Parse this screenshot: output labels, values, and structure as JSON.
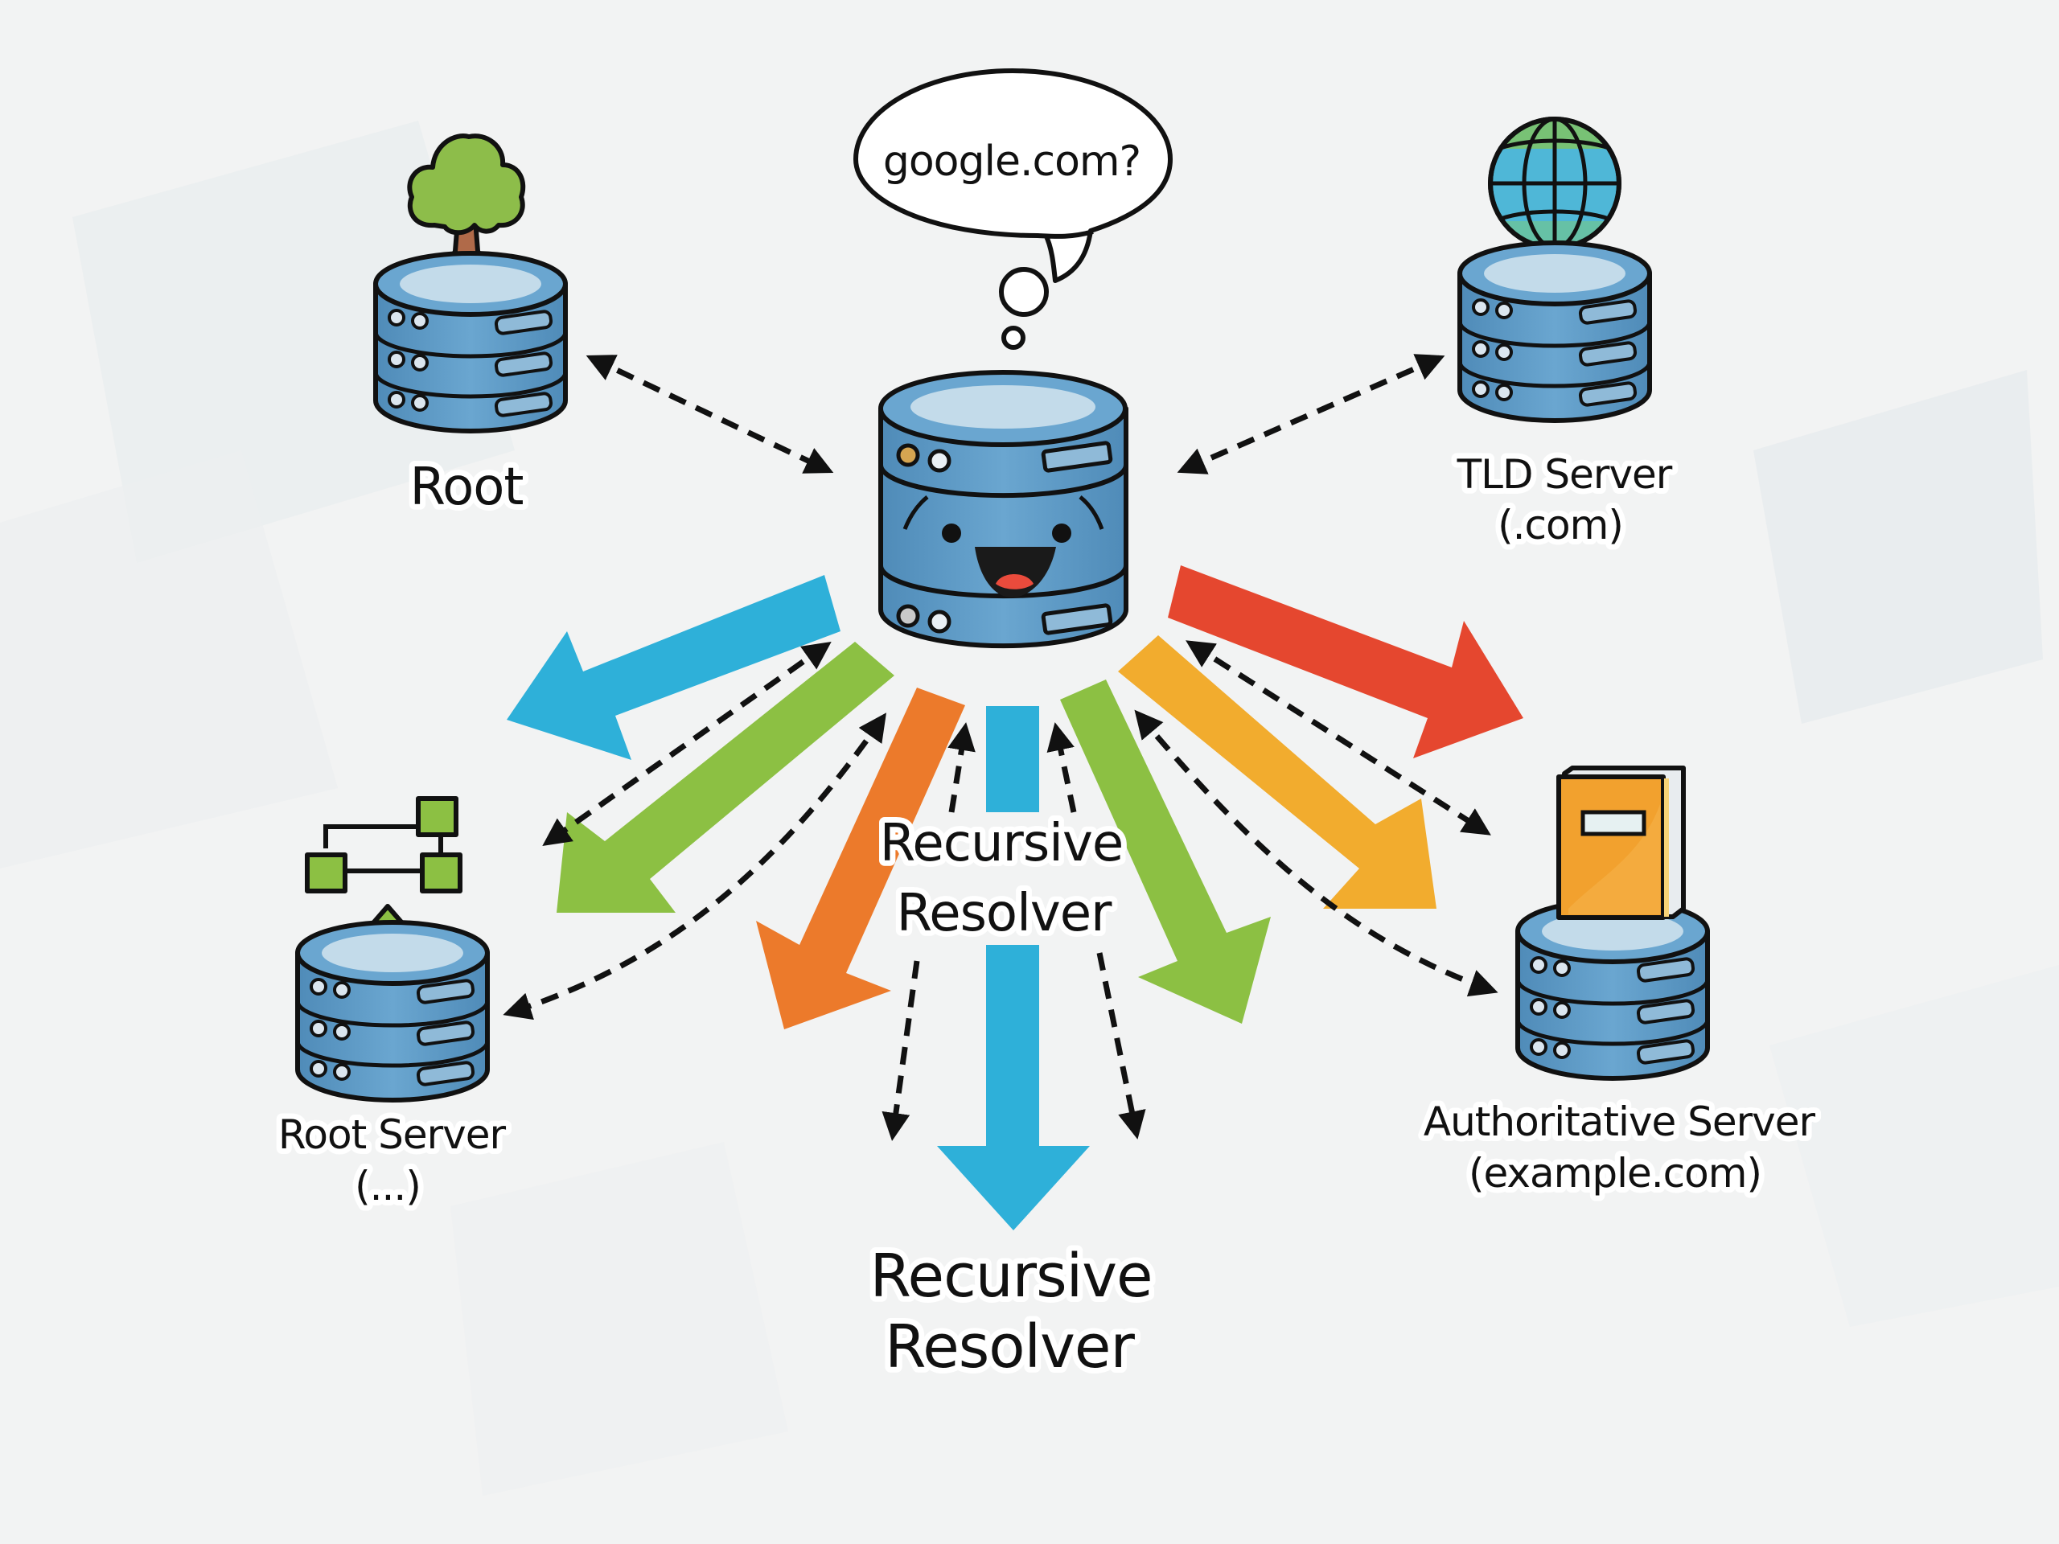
{
  "diagram": {
    "title": "DNS Recursive Resolution",
    "speech_bubble": {
      "text": "google.com?"
    },
    "center_node": {
      "label_line1": "Recursive",
      "label_line2": "Resolver",
      "icon": "smiling-server-icon"
    },
    "bottom_label": {
      "line1": "Recursive",
      "line2": "Resolver"
    },
    "nodes": [
      {
        "id": "root",
        "line1": "Root",
        "line2": "",
        "icon": "tree-icon"
      },
      {
        "id": "tld",
        "line1": "TLD Server",
        "line2": "(.com)",
        "icon": "globe-icon"
      },
      {
        "id": "root-server",
        "line1": "Root Server",
        "line2": "(...)",
        "icon": "network-icon"
      },
      {
        "id": "authoritative",
        "line1": "Authoritative Server",
        "line2": "(example.com)",
        "icon": "book-icon"
      }
    ],
    "colors": {
      "background": "#f2f3f3",
      "server_body": "#5b97c4",
      "server_top": "#bcd8ea",
      "arrow_blue": "#2eb0d9",
      "arrow_green": "#8cc043",
      "arrow_orange": "#ec7a2b",
      "arrow_red": "#e5472f",
      "arrow_yellow": "#f2ac2e",
      "outline": "#111111"
    }
  }
}
